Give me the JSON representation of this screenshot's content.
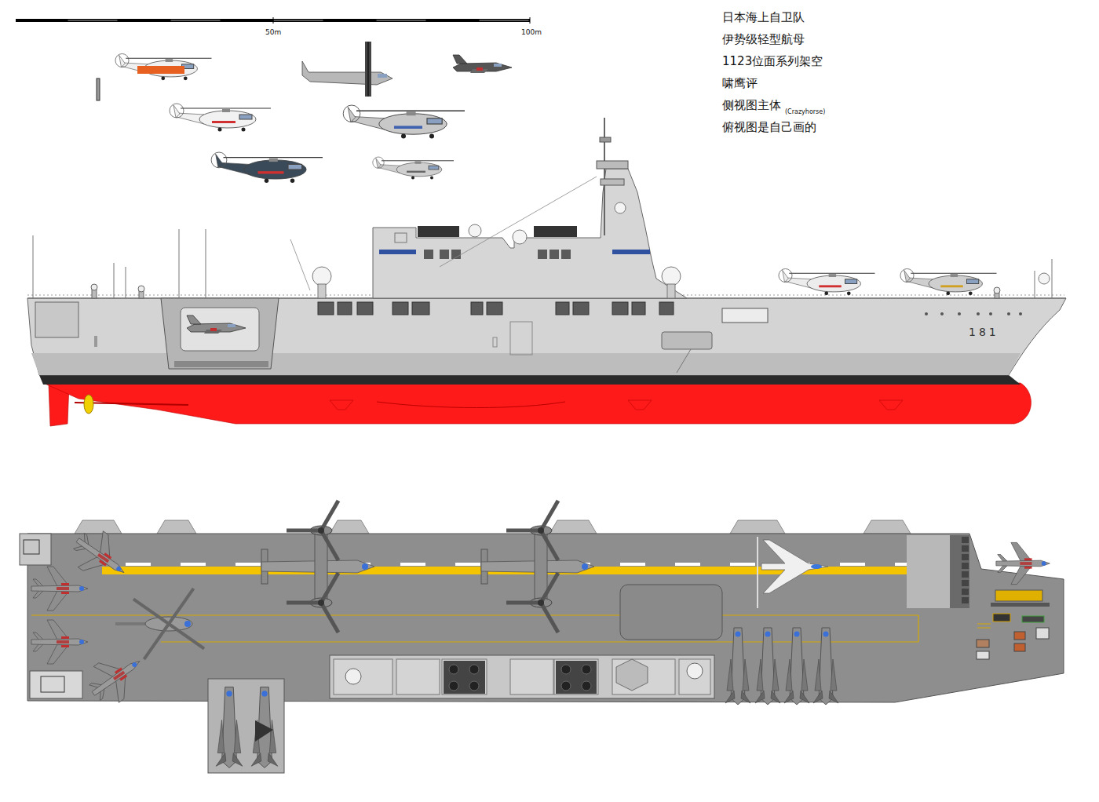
{
  "diagram": {
    "labels": [
      "50m",
      "100m",
      "日本海上自卫队",
      "伊势级轻型航母",
      "1123位面系列架空",
      "啸鹰评",
      "侧视图主体",
      "(Crazyhorse)",
      "俯视图是自己画的",
      "181"
    ]
  }
}
